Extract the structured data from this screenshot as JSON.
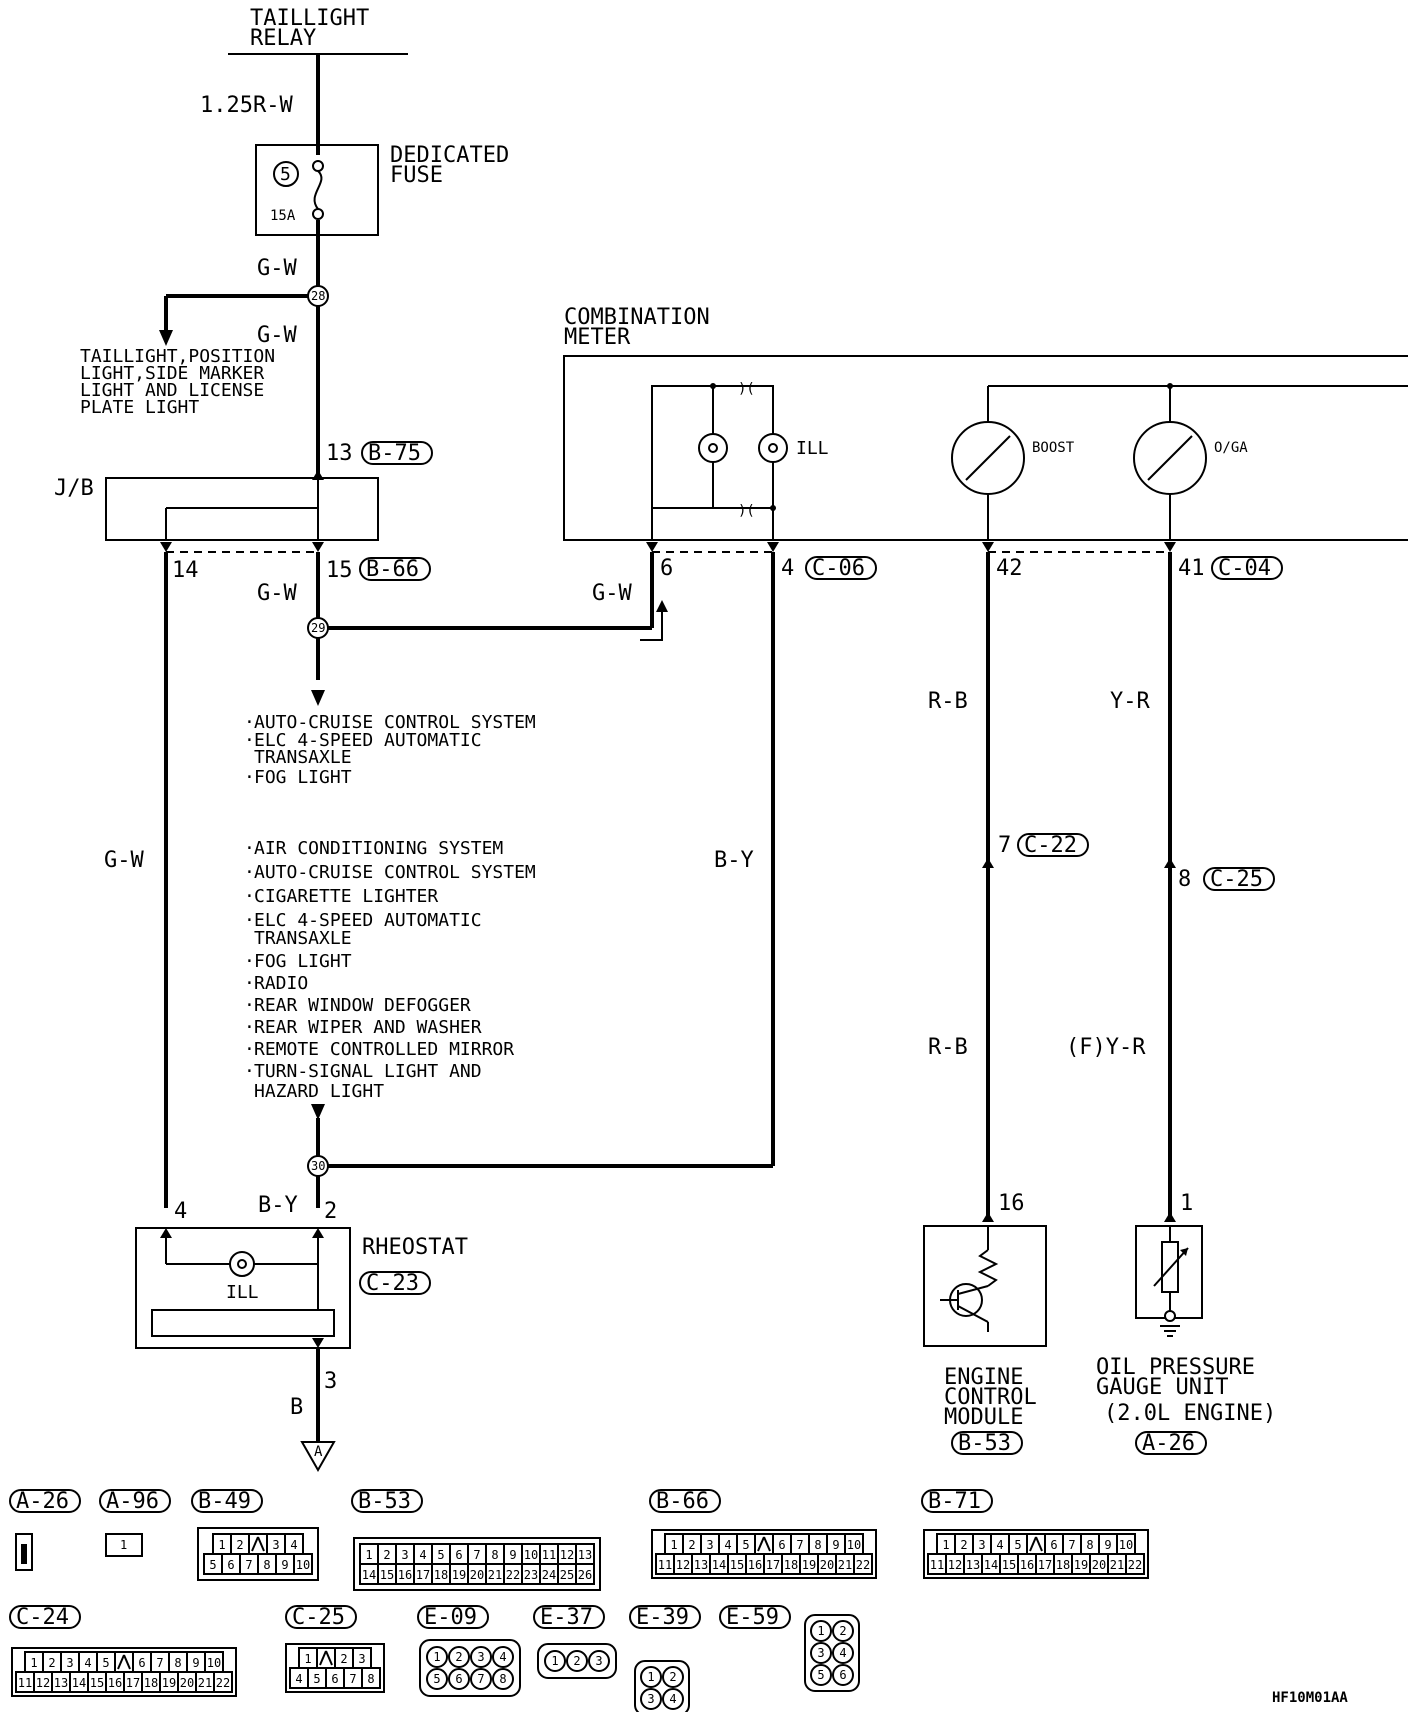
{
  "title": {
    "line1": "TAILLIGHT",
    "line2": "RELAY"
  },
  "wires": {
    "top": "1.25R-W",
    "gw": "G-W",
    "by": "B-Y",
    "rb": "R-B",
    "yr": "Y-R",
    "f_yr": "(F)Y-R",
    "b": "B"
  },
  "fuse": {
    "title1": "DEDICATED",
    "title2": "FUSE",
    "number": "5",
    "rating": "15A"
  },
  "splices": {
    "s28": "28",
    "s29": "29",
    "s30": "30"
  },
  "taillight_branch": {
    "line1": "TAILLIGHT,POSITION",
    "line2": "LIGHT,SIDE MARKER",
    "line3": "LIGHT AND LICENSE",
    "line4": "PLATE LIGHT"
  },
  "jb": {
    "label": "J/B",
    "pin13": "13",
    "conn_b75": "B-75",
    "pin14": "14",
    "pin15": "15",
    "conn_b66": "B-66"
  },
  "meter": {
    "title1": "COMBINATION",
    "title2": "METER",
    "ill": "ILL",
    "boost": "BOOST",
    "oga": "O/GA",
    "pin6": "6",
    "pin4": "4",
    "conn_c06": "C-06",
    "pin42": "42",
    "pin41": "41",
    "conn_c04": "C-04"
  },
  "list1": [
    "AUTO-CRUISE CONTROL SYSTEM",
    "ELC 4-SPEED AUTOMATIC",
    "TRANSAXLE",
    "FOG LIGHT"
  ],
  "list2": [
    "AIR CONDITIONING SYSTEM",
    "AUTO-CRUISE CONTROL SYSTEM",
    "CIGARETTE LIGHTER",
    "ELC 4-SPEED AUTOMATIC",
    "TRANSAXLE",
    "FOG LIGHT",
    "RADIO",
    "REAR WINDOW DEFOGGER",
    "REAR WIPER AND WASHER",
    "REMOTE CONTROLLED MIRROR",
    "TURN-SIGNAL LIGHT AND",
    "HAZARD LIGHT"
  ],
  "rheostat": {
    "title": "RHEOSTAT",
    "conn": "C-23",
    "ill": "ILL",
    "pin4": "4",
    "pin2": "2",
    "pin3": "3",
    "ground": "A"
  },
  "ecm": {
    "line1": "ENGINE",
    "line2": "CONTROL",
    "line3": "MODULE",
    "conn": "B-53",
    "pin7": "7",
    "conn_c22": "C-22",
    "pin16": "16"
  },
  "oil": {
    "line1": "OIL PRESSURE",
    "line2": "GAUGE UNIT",
    "line3": "(2.0L ENGINE)",
    "conn": "A-26",
    "pin8": "8",
    "conn_c25": "C-25",
    "pin1": "1"
  },
  "connectors": {
    "a26": "A-26",
    "a96": "A-96",
    "b49": "B-49",
    "b53": "B-53",
    "b66": "B-66",
    "b71": "B-71",
    "c24": "C-24",
    "c25": "C-25",
    "e09": "E-09",
    "e37": "E-37",
    "e39": "E-39",
    "e59": "E-59"
  },
  "connector_pins": {
    "a96": "1",
    "b49_top": [
      "1",
      "2",
      "",
      "3",
      "4"
    ],
    "b49_bottom": [
      "5",
      "6",
      "7",
      "8",
      "9",
      "10"
    ],
    "b53_top": [
      "1",
      "2",
      "3",
      "4",
      "5",
      "6",
      "7",
      "8",
      "9",
      "10",
      "11",
      "12",
      "13"
    ],
    "b53_bottom": [
      "14",
      "15",
      "16",
      "17",
      "18",
      "19",
      "20",
      "21",
      "22",
      "23",
      "24",
      "25",
      "26"
    ],
    "b22_top": [
      "1",
      "2",
      "3",
      "4",
      "5",
      "",
      "6",
      "7",
      "8",
      "9",
      "10"
    ],
    "b22_bottom": [
      "11",
      "12",
      "13",
      "14",
      "15",
      "16",
      "17",
      "18",
      "19",
      "20",
      "21",
      "22"
    ],
    "c25_top": [
      "1",
      "",
      "2",
      "3"
    ],
    "c25_bottom": [
      "4",
      "5",
      "6",
      "7",
      "8"
    ],
    "e09_top": [
      "1",
      "2",
      "3",
      "4"
    ],
    "e09_bottom": [
      "5",
      "6",
      "7",
      "8"
    ],
    "e37": [
      "1",
      "2",
      "3"
    ],
    "e39": [
      "1",
      "2",
      "3",
      "4"
    ],
    "e59": [
      "1",
      "2",
      "3",
      "4",
      "5",
      "6"
    ]
  },
  "figure_code": "HF10M01AA"
}
